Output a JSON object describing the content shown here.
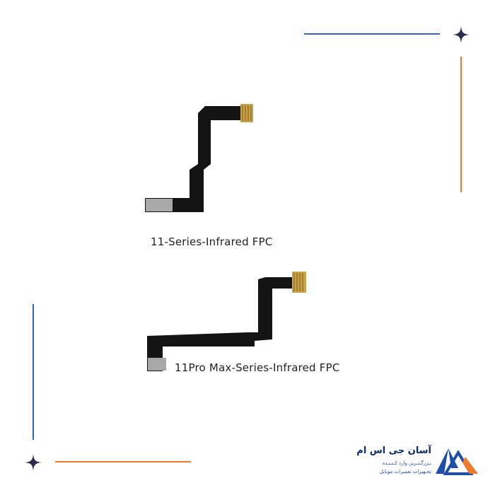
{
  "products": [
    {
      "caption": "11-Series-Infrared FPC"
    },
    {
      "caption": "11Pro Max-Series-Infrared FPC"
    }
  ],
  "brand": {
    "name": "آسان جی اس ام",
    "tagline_1": "بـزرگـتـرین وارد کـنـنـده",
    "tagline_2": "تجـهیزات تعمیرات موبایل"
  },
  "colors": {
    "accent_blue": "#2f5fd0",
    "accent_orange": "#f07a2a",
    "star": "#2e2b4e",
    "cable": "#141414",
    "connector_gold": "#c9a24a",
    "connector_gray": "#a8a8a8"
  }
}
